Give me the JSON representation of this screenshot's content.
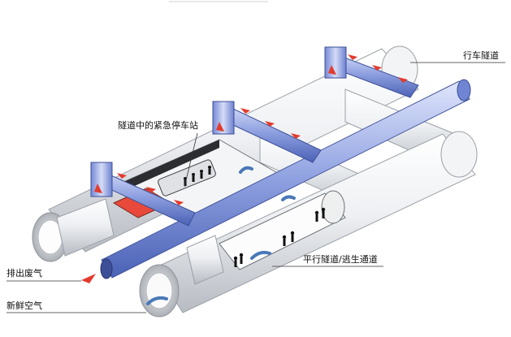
{
  "labels": {
    "running_tunnel": "行车隧道",
    "emergency_station": "隧道中的紧急停车站",
    "parallel_tunnel": "平行隧道/逃生通道",
    "exhaust_out": "排出废气",
    "fresh_air": "新鲜空气"
  },
  "colors": {
    "tunnel_body": "#e9ebef",
    "tunnel_shadow": "#b9bdc4",
    "duct_blue": "#5d74c8",
    "duct_light": "#c9d2f2",
    "arrow_red": "#e23b2e",
    "arrow_blue": "#4a78b8",
    "platform_red": "#e8493a"
  }
}
